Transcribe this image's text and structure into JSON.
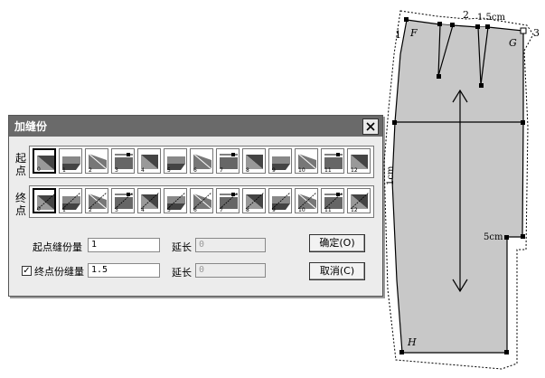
{
  "dialog": {
    "title": "加缝份",
    "close_glyph": "✕",
    "start_row_label": [
      "起",
      "点"
    ],
    "end_row_label": [
      "终",
      "点"
    ],
    "start_icons": [
      "0",
      "1",
      "2",
      "3",
      "4",
      "5",
      "6",
      "7",
      "8",
      "9",
      "10",
      "11",
      "12"
    ],
    "end_icons": [
      "0",
      "1",
      "2",
      "3",
      "4",
      "5",
      "6",
      "7",
      "8",
      "9",
      "10",
      "11",
      "12"
    ],
    "selected_start_index": 0,
    "selected_end_index": 0,
    "start_allowance_label": "起点缝份量",
    "start_allowance_value": "1",
    "end_allowance_checkbox_checked": true,
    "end_allowance_checkbox_glyph": "✓",
    "end_allowance_label": "终点份缝量",
    "end_allowance_value": "1.5",
    "extend_label_1": "延长",
    "extend_value_1": "0",
    "extend_label_2": "延长",
    "extend_value_2": "0",
    "ok_button": "确定(O)",
    "cancel_button": "取消(C)"
  },
  "pattern": {
    "label_1": "1",
    "label_2": "2",
    "label_3": "3",
    "label_F": "F",
    "label_G": "G",
    "label_H": "H",
    "label_1_5cm": "1.5cm",
    "label_1cm": "1cm",
    "label_5cm": "5cm",
    "fill_color": "#c8c8c8"
  }
}
